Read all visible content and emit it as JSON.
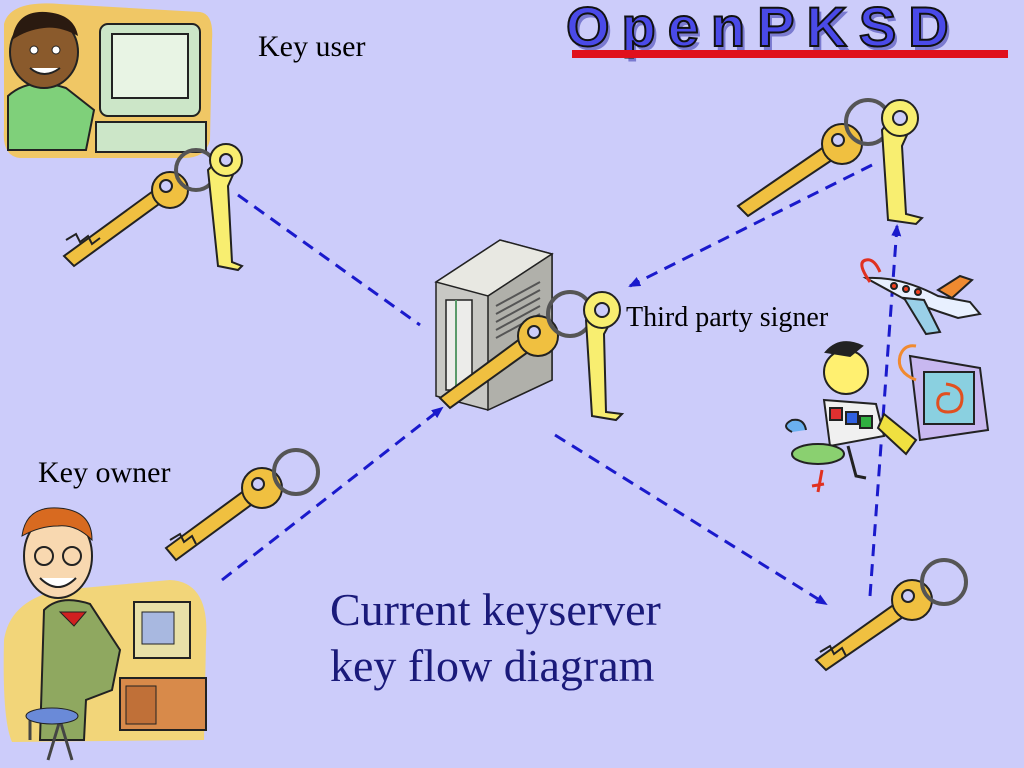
{
  "logo": {
    "text": "OpenPKSD",
    "bar_color": "#e0101c"
  },
  "labels": {
    "key_user": "Key user",
    "key_owner": "Key owner",
    "third_party_signer": "Third party signer"
  },
  "title": {
    "line1": "Current keyserver",
    "line2": "key flow diagram"
  },
  "colors": {
    "background": "#ccccfa",
    "arrow": "#1a1acc",
    "key": "#f0e060",
    "title": "#1a1a7a"
  },
  "icons": [
    "key-user-clipart",
    "key-owner-clipart",
    "server-icon",
    "third-party-signer-clipart",
    "key-icon"
  ]
}
